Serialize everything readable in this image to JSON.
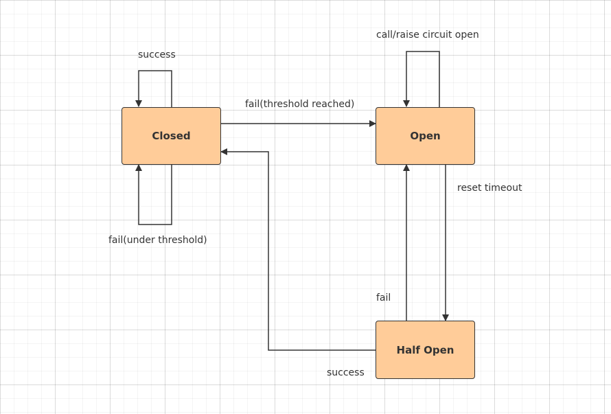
{
  "nodes": {
    "closed": "Closed",
    "open": "Open",
    "half_open": "Half Open"
  },
  "edges": {
    "closed_success": "success",
    "closed_fail_under": "fail(under threshold)",
    "closed_to_open": "fail(threshold reached)",
    "open_self": "call/raise circuit open",
    "open_to_half": "reset timeout",
    "half_to_open": "fail",
    "half_to_closed": "success"
  },
  "colors": {
    "node_fill": "#ffcc99",
    "stroke": "#333333"
  }
}
